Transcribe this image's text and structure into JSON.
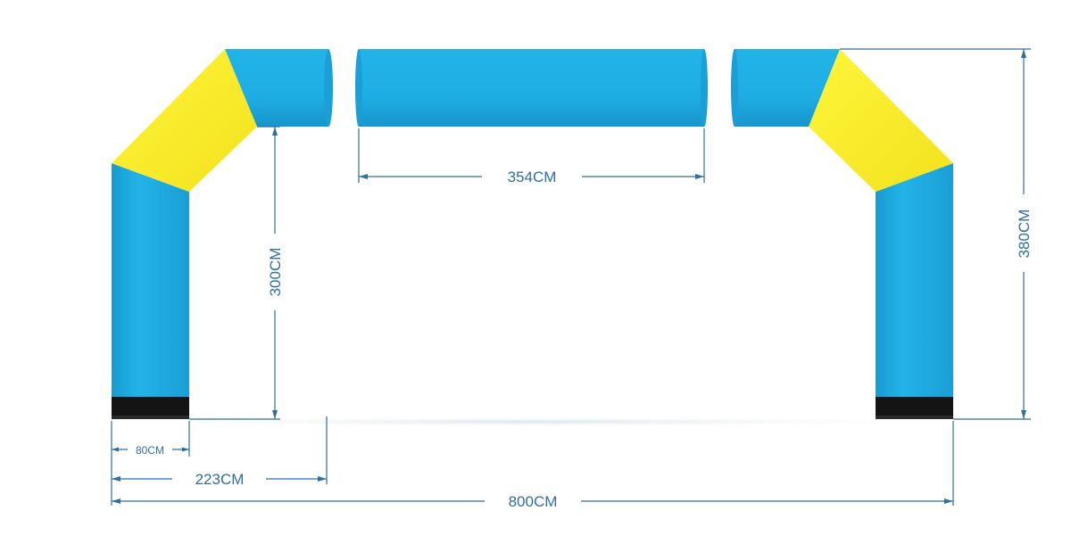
{
  "colors": {
    "tube_blue": "#1eaee4",
    "tube_blue_dark": "#1690c2",
    "accent_yellow": "#fff22a",
    "accent_yellow_dark": "#e6d51a",
    "base_black": "#151515",
    "dimension_line": "#2f6fa0",
    "ground_shadow": "#e9eef1"
  },
  "labels": {
    "top_span": "354CM",
    "inner_height": "300CM",
    "total_height": "380CM",
    "leg_width": "80CM",
    "half_span": "223CM",
    "total_width": "800CM"
  }
}
